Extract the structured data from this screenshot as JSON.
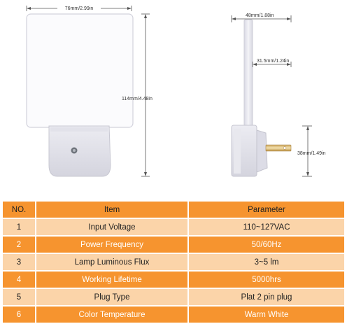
{
  "dimensions": {
    "front_width": "76mm/2.99in",
    "front_height": "114mm/4.48in",
    "side_depth": "48mm/1.88in",
    "plug_length": "31.5mm/1.24in",
    "base_height": "38mm/1.49in"
  },
  "table": {
    "headers": [
      "NO.",
      "Item",
      "Parameter"
    ],
    "rows": [
      [
        "1",
        "Input Voltage",
        "110~127VAC"
      ],
      [
        "2",
        "Power Frequency",
        "50/60Hz"
      ],
      [
        "3",
        "Lamp Luminous Flux",
        "3~5 lm"
      ],
      [
        "4",
        "Working Lifetime",
        "5000hrs"
      ],
      [
        "5",
        "Plug Type",
        "Plat 2 pin plug"
      ],
      [
        "6",
        "Color Temperature",
        "Warm White"
      ]
    ]
  },
  "colors": {
    "row_dark": "#f6942f",
    "row_light": "#fbd4a9"
  }
}
